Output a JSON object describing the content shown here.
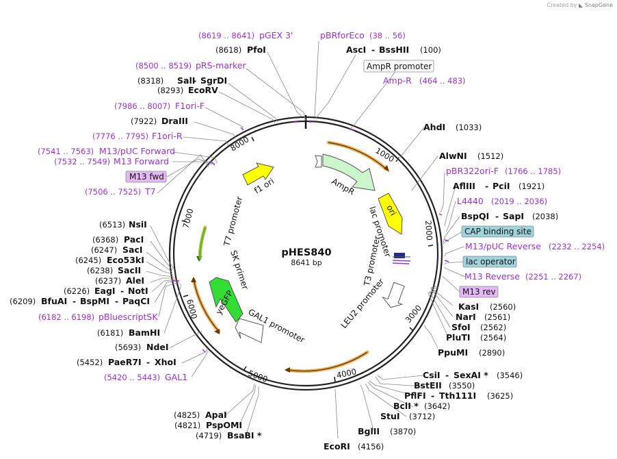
{
  "credit": {
    "created_by": "Created by",
    "brand": "SnapGene"
  },
  "plasmid": {
    "name": "pHES840",
    "length": "8641 bp"
  },
  "ticks": [
    "1000",
    "2000",
    "3000",
    "4000",
    "5000",
    "6000",
    "7000",
    "8000"
  ],
  "features": [
    "AmpR",
    "ori",
    "lac promoter",
    "T3 promoter",
    "LEU2 promoter",
    "GAL1 promoter",
    "yeGFP",
    "SK primer",
    "T7 promoter",
    "f1 ori"
  ],
  "enzymes": {
    "pfoi": {
      "coord": "(8618)",
      "name": "PfoI"
    },
    "asci": {
      "name": "AscI",
      "sep": "-",
      "name2": "BssHII",
      "coord": "(100)"
    },
    "sali": {
      "coord": "(8318)",
      "name": "SalI",
      "sep": "-",
      "name2": "SgrDI"
    },
    "ecorv": {
      "coord": "(8293)",
      "name": "EcoRV"
    },
    "ahdi": {
      "name": "AhdI",
      "coord": "(1033)"
    },
    "draiii": {
      "coord": "(7922)",
      "name": "DraIII"
    },
    "alwni": {
      "name": "AlwNI",
      "coord": "(1512)"
    },
    "afliii": {
      "name": "AflIII",
      "sep": "-",
      "name2": "PciI",
      "coord": "(1921)"
    },
    "bspqi": {
      "name": "BspQI",
      "sep": "-",
      "name2": "SapI",
      "coord": "(2038)"
    },
    "nsii": {
      "coord": "(6513)",
      "name": "NsiI"
    },
    "paci": {
      "coord": "(6368)",
      "name": "PacI"
    },
    "saci": {
      "coord": "(6247)",
      "name": "SacI"
    },
    "eco53ki": {
      "coord": "(6245)",
      "name": "Eco53kI"
    },
    "sacii": {
      "coord": "(6238)",
      "name": "SacII"
    },
    "alei": {
      "coord": "(6237)",
      "name": "AleI"
    },
    "eagi": {
      "coord": "(6226)",
      "name": "EagI",
      "sep": "-",
      "name2": "NotI"
    },
    "bfuai": {
      "coord": "(6209)",
      "name": "BfuAI",
      "sep": "-",
      "name2": "BspMI",
      "sep2": "-",
      "name3": "PaqCI"
    },
    "kasi": {
      "name": "KasI",
      "coord": "(2560)"
    },
    "nari": {
      "name": "NarI",
      "coord": "(2561)"
    },
    "sfoi": {
      "name": "SfoI",
      "coord": "(2562)"
    },
    "pluti": {
      "name": "PluTI",
      "coord": "(2564)"
    },
    "bamhi": {
      "coord": "(6181)",
      "name": "BamHI"
    },
    "ppumi": {
      "name": "PpuMI",
      "coord": "(2890)"
    },
    "ndei": {
      "coord": "(5693)",
      "name": "NdeI"
    },
    "paer7i": {
      "coord": "(5452)",
      "name": "PaeR7I",
      "sep": "-",
      "name2": "XhoI"
    },
    "csii": {
      "name": "CsiI",
      "sep": "-",
      "name2": "SexAI *",
      "coord": "(3546)"
    },
    "bsteii": {
      "name": "BstEII",
      "coord": "(3550)"
    },
    "pflfi": {
      "name": "PflFI",
      "sep": "-",
      "name2": "Tth111I",
      "coord": "(3625)"
    },
    "bcli": {
      "name": "BclI *",
      "coord": "(3642)"
    },
    "stui": {
      "name": "StuI",
      "coord": "(3712)"
    },
    "bglii": {
      "name": "BglII",
      "coord": "(3870)"
    },
    "ecori": {
      "name": "EcoRI",
      "coord": "(4156)"
    },
    "apai": {
      "coord": "(4825)",
      "name": "ApaI"
    },
    "pspomi": {
      "coord": "(4821)",
      "name": "PspOMI"
    },
    "bsabi": {
      "coord": "(4719)",
      "name": "BsaBI *"
    }
  },
  "primers": {
    "pgex3": {
      "coord": "(8619 .. 8641)",
      "name": "pGEX 3'"
    },
    "pbrforeco": {
      "name": "pBRforEco",
      "coord": "(38 .. 56)"
    },
    "prs": {
      "coord": "(8500 .. 8519)",
      "name": "pRS-marker"
    },
    "ampr_p": {
      "name": "Amp-R",
      "coord": "(464 .. 483)"
    },
    "f1orif": {
      "coord": "(7986 .. 8007)",
      "name": "F1ori-F"
    },
    "f1orir": {
      "coord": "(7776 .. 7795)",
      "name": "F1ori-R"
    },
    "m13puc": {
      "coord": "(7541 .. 7563)",
      "name": "M13/pUC Forward"
    },
    "m13f": {
      "coord": "(7532 .. 7549)",
      "name": "M13 Forward"
    },
    "t7": {
      "coord": "(7506 .. 7525)",
      "name": "T7"
    },
    "pbr322": {
      "name": "pBR322ori-F",
      "coord": "(1766 .. 1785)"
    },
    "l4440": {
      "name": "L4440",
      "coord": "(2019 .. 2036)"
    },
    "m13pucrev": {
      "name": "M13/pUC Reverse",
      "coord": "(2232 .. 2254)"
    },
    "m13rev": {
      "name": "M13 Reverse",
      "coord": "(2251 .. 2267)"
    },
    "pbsk": {
      "coord": "(6182 .. 6198)",
      "name": "pBluescriptSK"
    },
    "gal1": {
      "coord": "(5420 .. 5443)",
      "name": "GAL1"
    }
  },
  "boxed": {
    "amprpromoter": "AmpR promoter",
    "m13fwd": "M13 fwd",
    "cap": "CAP binding site",
    "lacop": "lac operator",
    "m13revbox": "M13 rev"
  },
  "colors": {
    "primer": "#9b30d8",
    "ampr": "#ccf5cc",
    "ori": "#ffff00",
    "f1ori": "#ffff00",
    "yegfp": "#33dd33",
    "orange_arc": "#e8a33d",
    "cap_box": "#9fd4dc",
    "primer_box": "#e5b8f5"
  }
}
